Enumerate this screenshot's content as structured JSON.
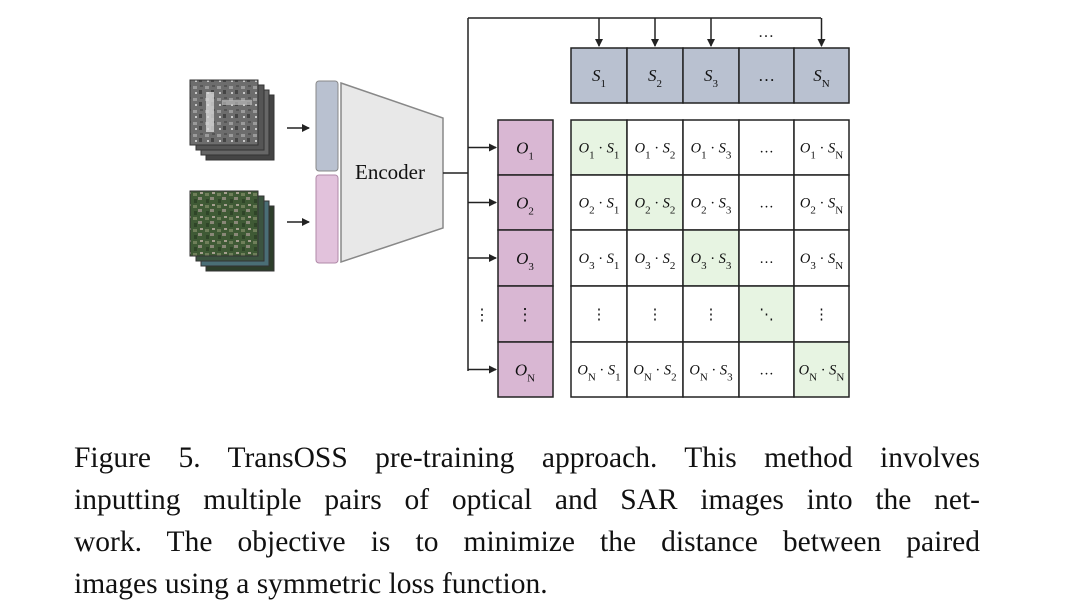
{
  "figure": {
    "encoder_label": "Encoder",
    "top_ellipsis": "…",
    "s_headers": [
      {
        "base": "S",
        "sub": "1"
      },
      {
        "base": "S",
        "sub": "2"
      },
      {
        "base": "S",
        "sub": "3"
      },
      {
        "base": "…",
        "sub": ""
      },
      {
        "base": "S",
        "sub": "N"
      }
    ],
    "o_labels": [
      {
        "base": "O",
        "sub": "1"
      },
      {
        "base": "O",
        "sub": "2"
      },
      {
        "base": "O",
        "sub": "3"
      },
      {
        "base": "⋮",
        "sub": ""
      },
      {
        "base": "O",
        "sub": "N"
      }
    ],
    "left_vdots": "⋮",
    "matrix": [
      [
        {
          "a": "O",
          "as": "1",
          "b": "S",
          "bs": "1",
          "diag": true
        },
        {
          "a": "O",
          "as": "1",
          "b": "S",
          "bs": "2"
        },
        {
          "a": "O",
          "as": "1",
          "b": "S",
          "bs": "3"
        },
        {
          "text": "…"
        },
        {
          "a": "O",
          "as": "1",
          "b": "S",
          "bs": "N"
        }
      ],
      [
        {
          "a": "O",
          "as": "2",
          "b": "S",
          "bs": "1"
        },
        {
          "a": "O",
          "as": "2",
          "b": "S",
          "bs": "2",
          "diag": true
        },
        {
          "a": "O",
          "as": "2",
          "b": "S",
          "bs": "3"
        },
        {
          "text": "…"
        },
        {
          "a": "O",
          "as": "2",
          "b": "S",
          "bs": "N"
        }
      ],
      [
        {
          "a": "O",
          "as": "3",
          "b": "S",
          "bs": "1"
        },
        {
          "a": "O",
          "as": "3",
          "b": "S",
          "bs": "2"
        },
        {
          "a": "O",
          "as": "3",
          "b": "S",
          "bs": "3",
          "diag": true
        },
        {
          "text": "…"
        },
        {
          "a": "O",
          "as": "3",
          "b": "S",
          "bs": "N"
        }
      ],
      [
        {
          "text": "⋮"
        },
        {
          "text": "⋮"
        },
        {
          "text": "⋮"
        },
        {
          "text": "⋱",
          "diag": true
        },
        {
          "text": "⋮"
        }
      ],
      [
        {
          "a": "O",
          "as": "N",
          "b": "S",
          "bs": "1"
        },
        {
          "a": "O",
          "as": "N",
          "b": "S",
          "bs": "2"
        },
        {
          "a": "O",
          "as": "N",
          "b": "S",
          "bs": "3"
        },
        {
          "text": "…"
        },
        {
          "a": "O",
          "as": "N",
          "b": "S",
          "bs": "N",
          "diag": true
        }
      ]
    ]
  },
  "colors": {
    "s_header_fill": "#b9c1d0",
    "o_fill": "#d9b7d3",
    "diag_fill": "#e7f4e2",
    "encoder_fill": "#e8e8e8",
    "stroke": "#222222"
  },
  "caption": {
    "lines": [
      "Figure 5. TransOSS pre-training approach. This method involves",
      "inputting multiple pairs of optical and SAR images into the net-",
      "work. The objective is to minimize the distance between paired",
      "images using a symmetric loss function."
    ]
  }
}
